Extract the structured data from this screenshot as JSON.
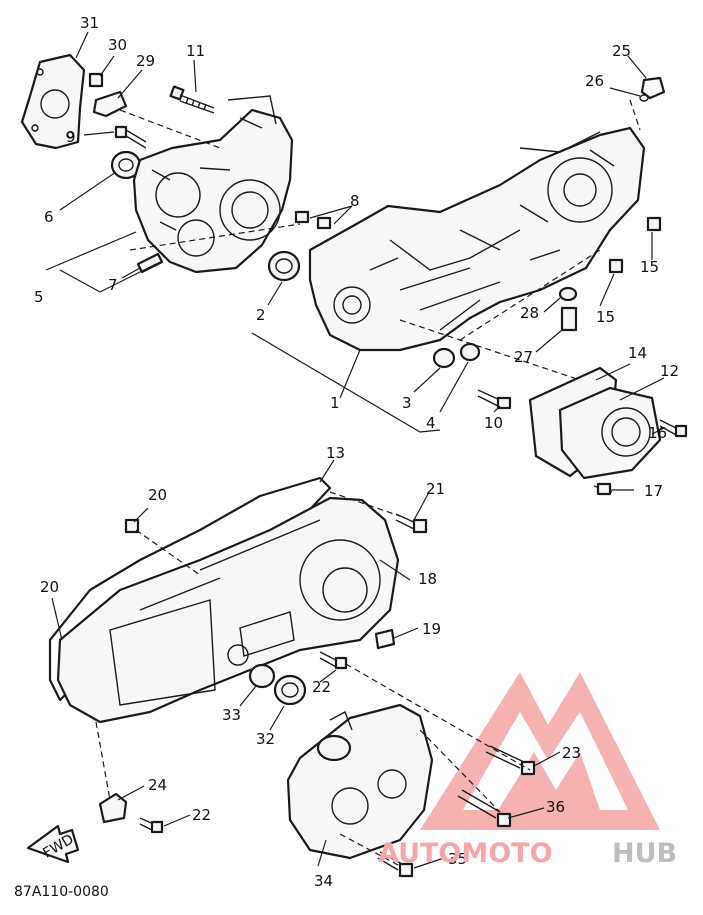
{
  "callouts": [
    {
      "id": "31",
      "label": "31"
    },
    {
      "id": "30",
      "label": "30"
    },
    {
      "id": "29",
      "label": "29"
    },
    {
      "id": "11",
      "label": "11"
    },
    {
      "id": "9",
      "label": "9"
    },
    {
      "id": "6",
      "label": "6"
    },
    {
      "id": "5",
      "label": "5"
    },
    {
      "id": "7",
      "label": "7"
    },
    {
      "id": "8",
      "label": "8"
    },
    {
      "id": "2",
      "label": "2"
    },
    {
      "id": "1",
      "label": "1"
    },
    {
      "id": "3",
      "label": "3"
    },
    {
      "id": "4",
      "label": "4"
    },
    {
      "id": "10",
      "label": "10"
    },
    {
      "id": "25",
      "label": "25"
    },
    {
      "id": "26",
      "label": "26"
    },
    {
      "id": "15a",
      "label": "15"
    },
    {
      "id": "15b",
      "label": "15"
    },
    {
      "id": "28",
      "label": "28"
    },
    {
      "id": "27",
      "label": "27"
    },
    {
      "id": "14",
      "label": "14"
    },
    {
      "id": "12",
      "label": "12"
    },
    {
      "id": "16",
      "label": "16"
    },
    {
      "id": "17",
      "label": "17"
    },
    {
      "id": "13",
      "label": "13"
    },
    {
      "id": "21",
      "label": "21"
    },
    {
      "id": "20a",
      "label": "20"
    },
    {
      "id": "20b",
      "label": "20"
    },
    {
      "id": "18",
      "label": "18"
    },
    {
      "id": "19",
      "label": "19"
    },
    {
      "id": "22a",
      "label": "22"
    },
    {
      "id": "33",
      "label": "33"
    },
    {
      "id": "32",
      "label": "32"
    },
    {
      "id": "23",
      "label": "23"
    },
    {
      "id": "24",
      "label": "24"
    },
    {
      "id": "22b",
      "label": "22"
    },
    {
      "id": "36",
      "label": "36"
    },
    {
      "id": "35",
      "label": "35"
    },
    {
      "id": "34",
      "label": "34"
    }
  ],
  "fwd_label": "FWD",
  "diagram_code": "87A110-0080",
  "watermark": {
    "part1": "AUTOMOTO",
    "part2": "HUB",
    "part1_color": "#f6a6a6",
    "part2_color": "#bdbdbd",
    "logo_color": "#f5a3a3"
  }
}
